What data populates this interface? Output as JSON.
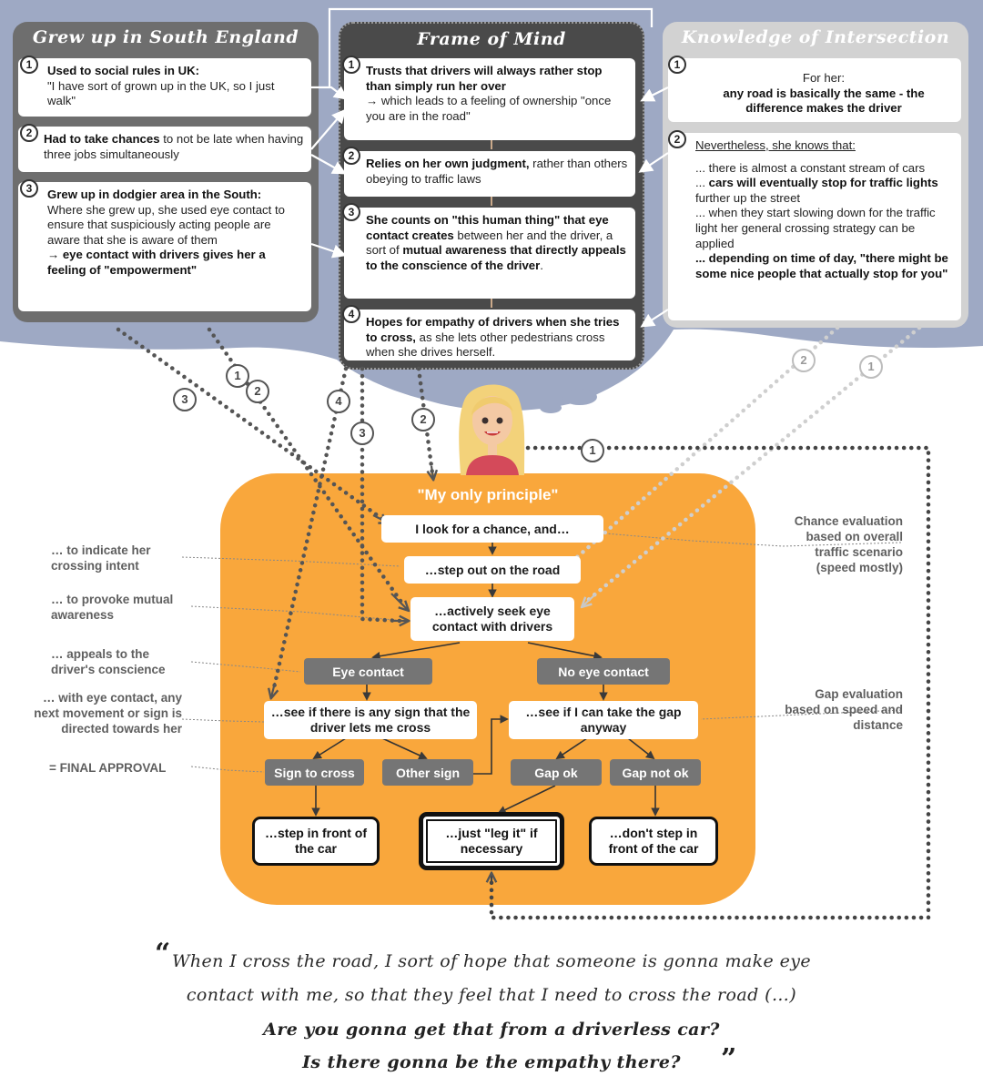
{
  "colors": {
    "cloud": "#9ea9c4",
    "panel_dark": "#6e6e6e",
    "panel_darker": "#4a4a4a",
    "panel_light": "#d2d2d2",
    "orange": "#f9a73c",
    "gray_box": "#757575"
  },
  "panels": {
    "south": {
      "title": "Grew up in South England",
      "items": [
        {
          "num": "1",
          "head": "Used to social rules in UK:",
          "body": "\"I have sort of grown up in the UK, so I just walk\""
        },
        {
          "num": "2",
          "head": "Had to take chances",
          "body": " to not be late when having three jobs simultaneously"
        },
        {
          "num": "3",
          "head": "Grew up in dodgier area in the South:",
          "body": "Where she grew up, she used eye contact to ensure that suspiciously acting people are aware that she is aware of them",
          "extra": "→ eye contact with drivers gives her a feeling of \"empowerment\""
        }
      ]
    },
    "mind": {
      "title": "Frame of Mind",
      "items": [
        {
          "num": "1",
          "head": "Trusts that drivers will always rather stop than simply run her over",
          "body": "→ which leads to a feeling of ownership \"once you are in the road\""
        },
        {
          "num": "2",
          "head": "Relies on her own judgment,",
          "body": " rather than others obeying to traffic laws"
        },
        {
          "num": "3",
          "head": "She counts on \"this human thing\" that eye contact creates",
          "body": " between her and the driver, a sort of ",
          "head2": "mutual awareness that directly appeals to the conscience of the driver",
          "tail": "."
        },
        {
          "num": "4",
          "head": "Hopes for empathy of drivers when she tries to cross,",
          "body": " as she lets other pedestrians cross when she drives herself."
        }
      ]
    },
    "knowledge": {
      "title": "Knowledge of Intersection",
      "items": [
        {
          "num": "1",
          "intro": "For her:",
          "head": "any road is basically the same - the difference makes the driver"
        },
        {
          "num": "2",
          "intro": "Nevertheless, she knows that:",
          "l1": "... there is almost a constant stream of cars",
          "l2a": "... ",
          "l2b": "cars will eventually stop for traffic lights",
          "l2c": " further up the street",
          "l3": "... when they start slowing down for the traffic light her general crossing strategy can be applied",
          "l4": "... depending on time of day, \"there might be some nice people that actually stop for you\""
        }
      ]
    }
  },
  "path_numbers": [
    "3",
    "1",
    "2",
    "4",
    "3",
    "2",
    "2",
    "1",
    "1"
  ],
  "flow": {
    "title": "\"My only principle\"",
    "step1": "I look for a chance, and…",
    "step2": "…step out on the road",
    "step3": "…actively seek eye contact with drivers",
    "eye_contact": "Eye contact",
    "no_eye_contact": "No eye contact",
    "see_sign": "…see if there is any sign that the driver lets me cross",
    "see_gap": "…see if I can take the gap anyway",
    "sign_to_cross": "Sign to cross",
    "other_sign": "Other sign",
    "gap_ok": "Gap ok",
    "gap_not_ok": "Gap not ok",
    "out1": "…step in front of the car",
    "out2": "…just \"leg it\" if necessary",
    "out3": "…don't step in front of the car"
  },
  "side_notes": {
    "left": [
      "… to indicate her crossing intent",
      "… to provoke mutual awareness",
      "… appeals to the driver's conscience",
      "… with eye contact, any next movement or sign is directed towards her",
      "= FINAL APPROVAL"
    ],
    "right": [
      "Chance evaluation based on overall traffic scenario (speed mostly)",
      "Gap evaluation based on speed and distance"
    ]
  },
  "quote": {
    "open": "“",
    "line1": "When I cross the road, I sort of hope that someone is gonna make eye",
    "line2": "contact with me, so that they feel that I need to cross the road (…)",
    "line3": "Are you gonna get that from a driverless car?",
    "line4": "Is there gonna be the empathy there?",
    "close": "”"
  }
}
